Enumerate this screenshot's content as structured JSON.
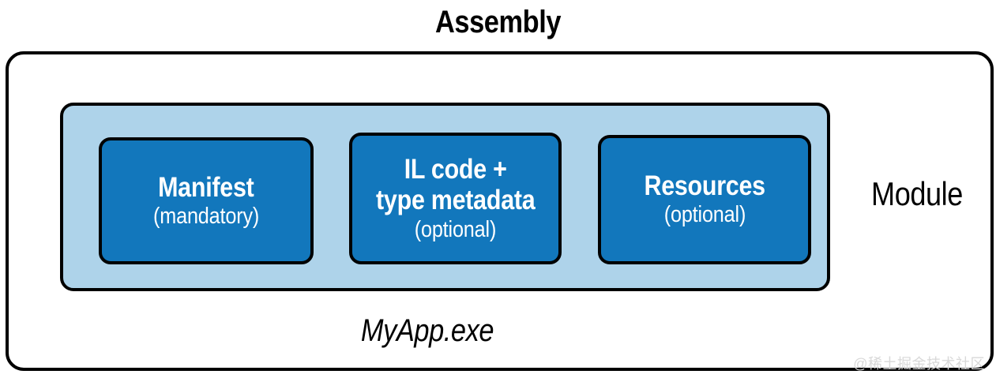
{
  "diagram": {
    "title": "Assembly",
    "file_name": "MyApp.exe",
    "module_label": "Module",
    "watermark": "@稀土掘金技术社区",
    "colors": {
      "component_fill": "#1277bc",
      "module_fill": "#aed3ea",
      "border": "#000000",
      "assembly_fill": "#ffffff",
      "component_text": "#ffffff",
      "watermark_text": "#d8d8d8"
    },
    "components": [
      {
        "title": "Manifest",
        "subtitle": "(mandatory)",
        "requirement": "mandatory"
      },
      {
        "title_line1": "IL code +",
        "title_line2": "type metadata",
        "subtitle": "(optional)",
        "requirement": "optional"
      },
      {
        "title": "Resources",
        "subtitle": "(optional)",
        "requirement": "optional"
      }
    ]
  }
}
